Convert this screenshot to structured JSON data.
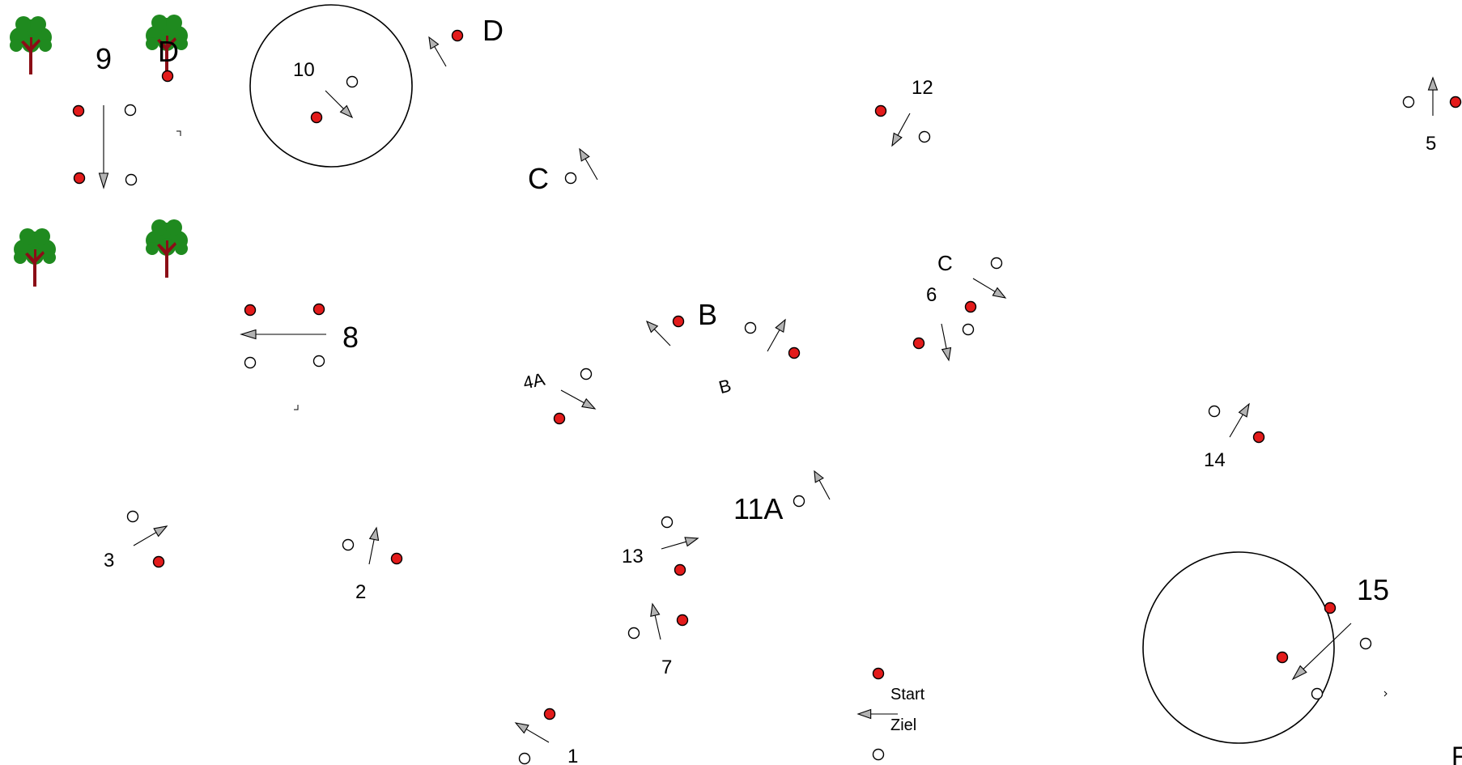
{
  "colors": {
    "background": "#ffffff",
    "red_marker": "#e31b1b",
    "white_marker": "#ffffff",
    "arrow_fill": "#b3b3b3",
    "tree_crown": "#1f8a1f",
    "tree_trunk": "#8b0d16"
  },
  "icons": {
    "red_marker": "red-cone-marker-icon",
    "white_marker": "white-cone-marker-icon",
    "arrow": "direction-arrow-icon",
    "tree": "tree-icon",
    "zone": "circle-zone"
  },
  "stations": [
    {
      "id": "start",
      "labels": [
        "Start",
        "Ziel"
      ]
    },
    {
      "id": "1",
      "label": "1"
    },
    {
      "id": "2",
      "label": "2"
    },
    {
      "id": "3",
      "label": "3"
    },
    {
      "id": "4A",
      "label": "4A"
    },
    {
      "id": "5",
      "label": "5"
    },
    {
      "id": "6",
      "label": "6"
    },
    {
      "id": "7",
      "label": "7"
    },
    {
      "id": "8",
      "label": "8"
    },
    {
      "id": "9",
      "label": "9"
    },
    {
      "id": "10",
      "label": "10"
    },
    {
      "id": "11A",
      "label": "11A"
    },
    {
      "id": "12",
      "label": "12"
    },
    {
      "id": "13",
      "label": "13"
    },
    {
      "id": "14",
      "label": "14"
    },
    {
      "id": "15",
      "label": "15"
    }
  ],
  "letter_gates": {
    "b_large": "B",
    "b_small": "B",
    "c_large": "C",
    "c_small": "C",
    "d_right": "D",
    "d_left": "D",
    "f_edge": "F"
  }
}
